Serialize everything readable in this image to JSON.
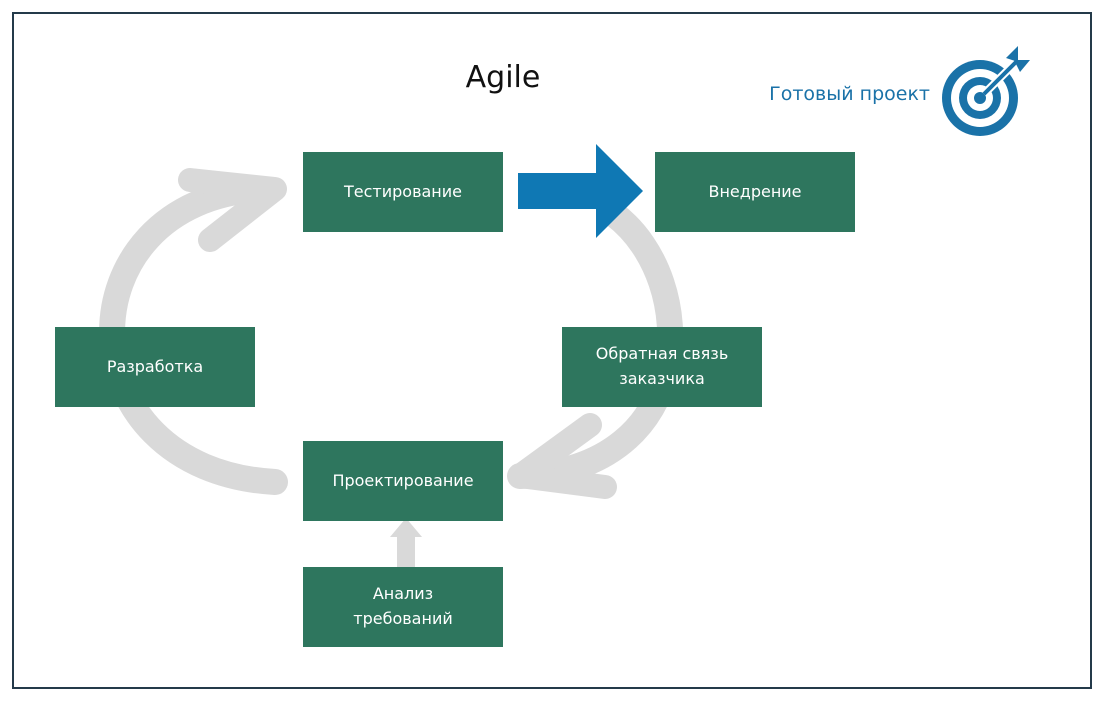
{
  "title": "Agile",
  "goal_label": "Готовый проект",
  "icons": {
    "goal": "target-arrow-icon"
  },
  "colors": {
    "box": "#2e765e",
    "cycle_arrow": "#d9d9d9",
    "delivery_arrow": "#0f78b4",
    "accent": "#1a72a8",
    "frame": "#243a4a"
  },
  "stages": {
    "testing": "Тестирование",
    "deployment": "Внедрение",
    "development": "Разработка",
    "feedback": "Обратная связь\nзаказчика",
    "design": "Проектирование",
    "analysis": "Анализ\nтребований"
  }
}
